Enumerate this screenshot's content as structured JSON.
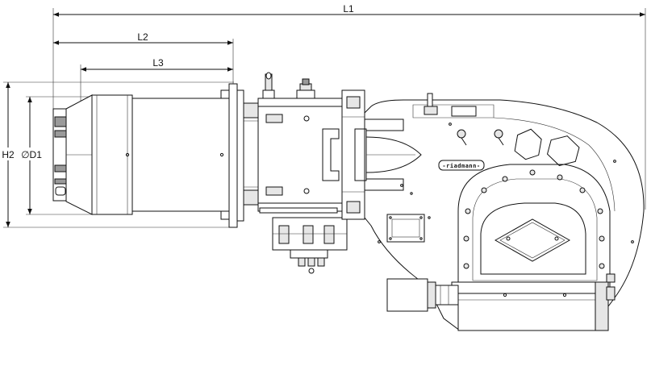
{
  "dimensions": {
    "l1": "L1",
    "l2": "L2",
    "l3": "L3",
    "h2": "H2",
    "d1": "∅D1"
  },
  "nameplate": {
    "brand": "-riadmann-"
  }
}
